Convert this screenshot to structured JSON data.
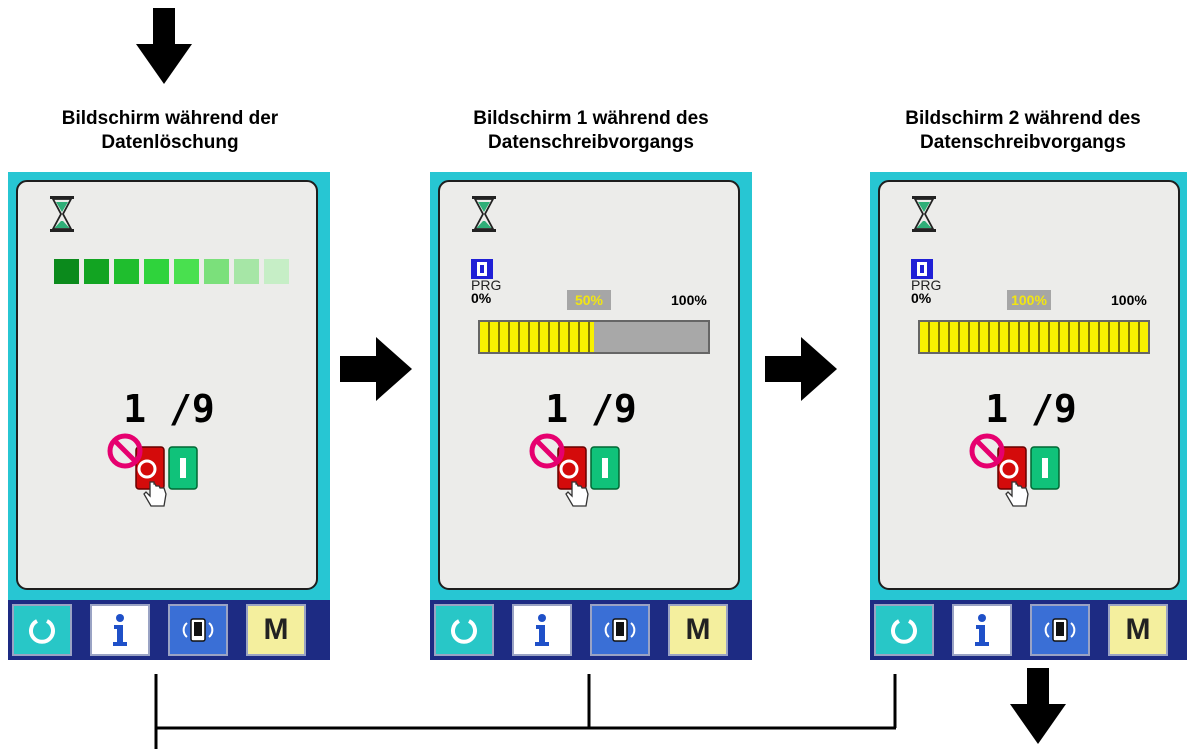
{
  "titles": [
    {
      "line1": "Bildschirm während der",
      "line2": "Datenlöschung"
    },
    {
      "line1": "Bildschirm 1 während des",
      "line2": "Datenschreibvorgangs"
    },
    {
      "line1": "Bildschirm 2 während des",
      "line2": "Datenschreibvorgangs"
    }
  ],
  "screens": [
    {
      "counter": "1 /9",
      "erase_progress_segments": 8,
      "erase_progress_lit": 8,
      "colors": [
        "#0b8a1c",
        "#12a422",
        "#1fbe2e",
        "#2fd33c",
        "#49e04f",
        "#7be07b",
        "#a6e6a6",
        "#c6eec6"
      ]
    },
    {
      "counter": "1 /9",
      "prg_label": "PRG",
      "pct_start": "0%",
      "pct_current": "50%",
      "pct_end": "100%",
      "progress": 0.5
    },
    {
      "counter": "1 /9",
      "prg_label": "PRG",
      "pct_start": "0%",
      "pct_current": "100%",
      "pct_end": "100%",
      "progress": 1.0
    }
  ],
  "bottom_bar": {
    "buttons": [
      {
        "icon": "reset-icon"
      },
      {
        "icon": "info-icon",
        "label": "i"
      },
      {
        "icon": "communication-icon"
      },
      {
        "icon": "mode-icon",
        "label": "M"
      }
    ]
  },
  "colors": {
    "screen_frame": "#27c6d3",
    "panel_bg": "#ececea",
    "bottom_bar": "#1d2b83",
    "progress_fill": "#f8f100"
  }
}
